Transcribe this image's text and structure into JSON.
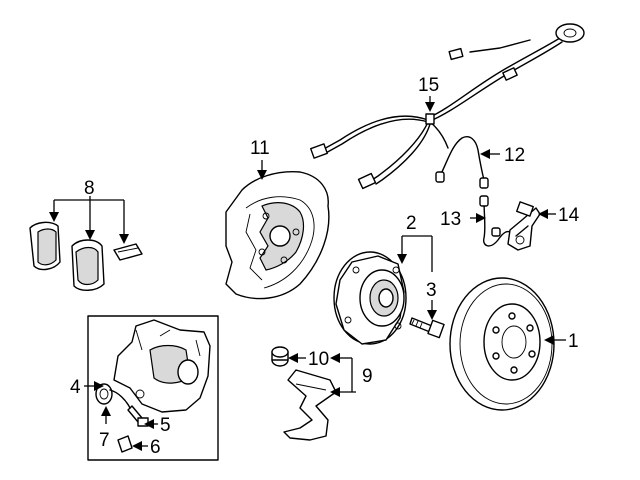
{
  "callouts": {
    "c1": "1",
    "c2": "2",
    "c3": "3",
    "c4": "4",
    "c5": "5",
    "c6": "6",
    "c7": "7",
    "c8": "8",
    "c9": "9",
    "c10": "10",
    "c11": "11",
    "c12": "12",
    "c13": "13",
    "c14": "14",
    "c15": "15"
  },
  "colors": {
    "ink": "#000000",
    "background": "#ffffff",
    "shade": "#d9d9d9"
  }
}
